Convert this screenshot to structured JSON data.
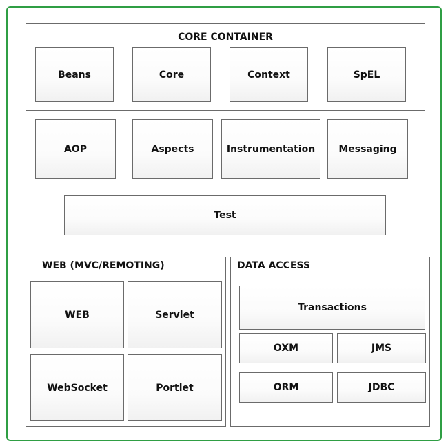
{
  "core_container": {
    "title": "CORE CONTAINER",
    "modules": [
      "Beans",
      "Core",
      "Context",
      "SpEL"
    ]
  },
  "middle_row": {
    "modules": [
      "AOP",
      "Aspects",
      "Instrumentation",
      "Messaging"
    ]
  },
  "test": {
    "label": "Test"
  },
  "web": {
    "title": "WEB (MVC/REMOTING)",
    "modules": [
      "WEB",
      "Servlet",
      "WebSocket",
      "Portlet"
    ]
  },
  "data_access": {
    "title": "DATA ACCESS",
    "transactions": "Transactions",
    "modules": [
      "OXM",
      "JMS",
      "ORM",
      "JDBC"
    ]
  },
  "colors": {
    "frame_border": "#2f9e44",
    "box_border": "#6b6b6b"
  }
}
